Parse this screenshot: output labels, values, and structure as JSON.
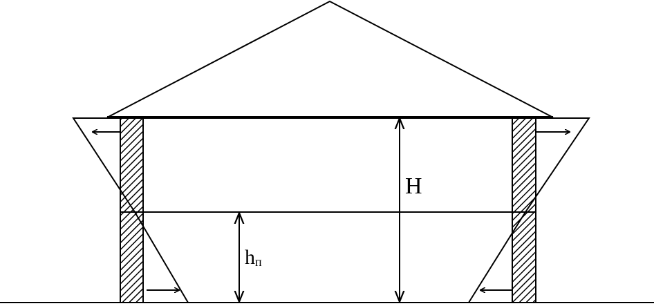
{
  "labels": {
    "building_height": "H",
    "neutral_height_main": "h",
    "neutral_height_sub": "п"
  },
  "colors": {
    "ink": "#000000",
    "background": "#ffffff"
  }
}
